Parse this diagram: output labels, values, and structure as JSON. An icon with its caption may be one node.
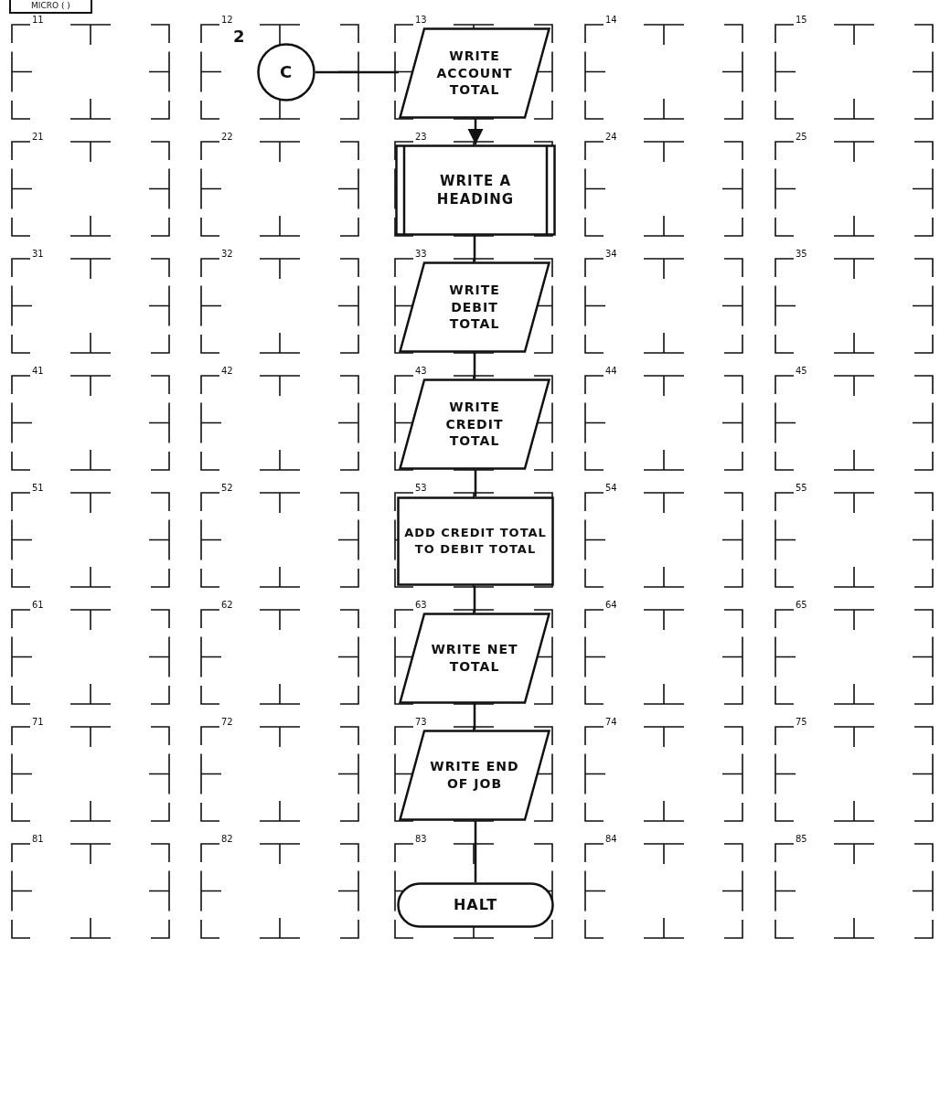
{
  "diagram": {
    "nodes": [
      {
        "text": [
          "C"
        ],
        "beside": [
          "2"
        ]
      },
      {
        "text": [
          "WRITE ACCOUNT TOTAL"
        ]
      },
      {
        "text": [
          "WRITE A HEADING"
        ]
      },
      {
        "text": [
          "WRITE DEBIT TOTAL"
        ]
      },
      {
        "text": [
          "WRITE CREDIT TOTAL"
        ]
      },
      {
        "text": [
          "ADD CREDIT TOTAL TO DEBIT TOTAL"
        ]
      },
      {
        "text": [
          "WRITE NET TOTAL"
        ]
      },
      {
        "text": [
          "WRITE END OF JOB"
        ]
      },
      {
        "text": [
          "HALT"
        ]
      }
    ],
    "edges": [
      {
        "from": 0,
        "to": 1,
        "arrow": "none"
      },
      {
        "from": 1,
        "to": 2,
        "arrow": "to"
      },
      {
        "from": 2,
        "to": 3,
        "arrow": "none"
      },
      {
        "from": 3,
        "to": 4,
        "arrow": "none"
      },
      {
        "from": 4,
        "to": 5,
        "arrow": "none"
      },
      {
        "from": 5,
        "to": 6,
        "arrow": "none"
      },
      {
        "from": 6,
        "to": 7,
        "arrow": "none"
      },
      {
        "from": 7,
        "to": 8,
        "arrow": "none"
      }
    ],
    "labels": [
      "MICRO ( )",
      "11",
      "12",
      "13",
      "14",
      "15",
      "21",
      "22",
      "23",
      "24",
      "25",
      "31",
      "32",
      "33",
      "34",
      "35",
      "41",
      "42",
      "43",
      "44",
      "45",
      "51",
      "52",
      "53",
      "54",
      "55",
      "61",
      "62",
      "63",
      "64",
      "65",
      "71",
      "72",
      "73",
      "74",
      "75",
      "81",
      "82",
      "83",
      "84",
      "85"
    ]
  }
}
